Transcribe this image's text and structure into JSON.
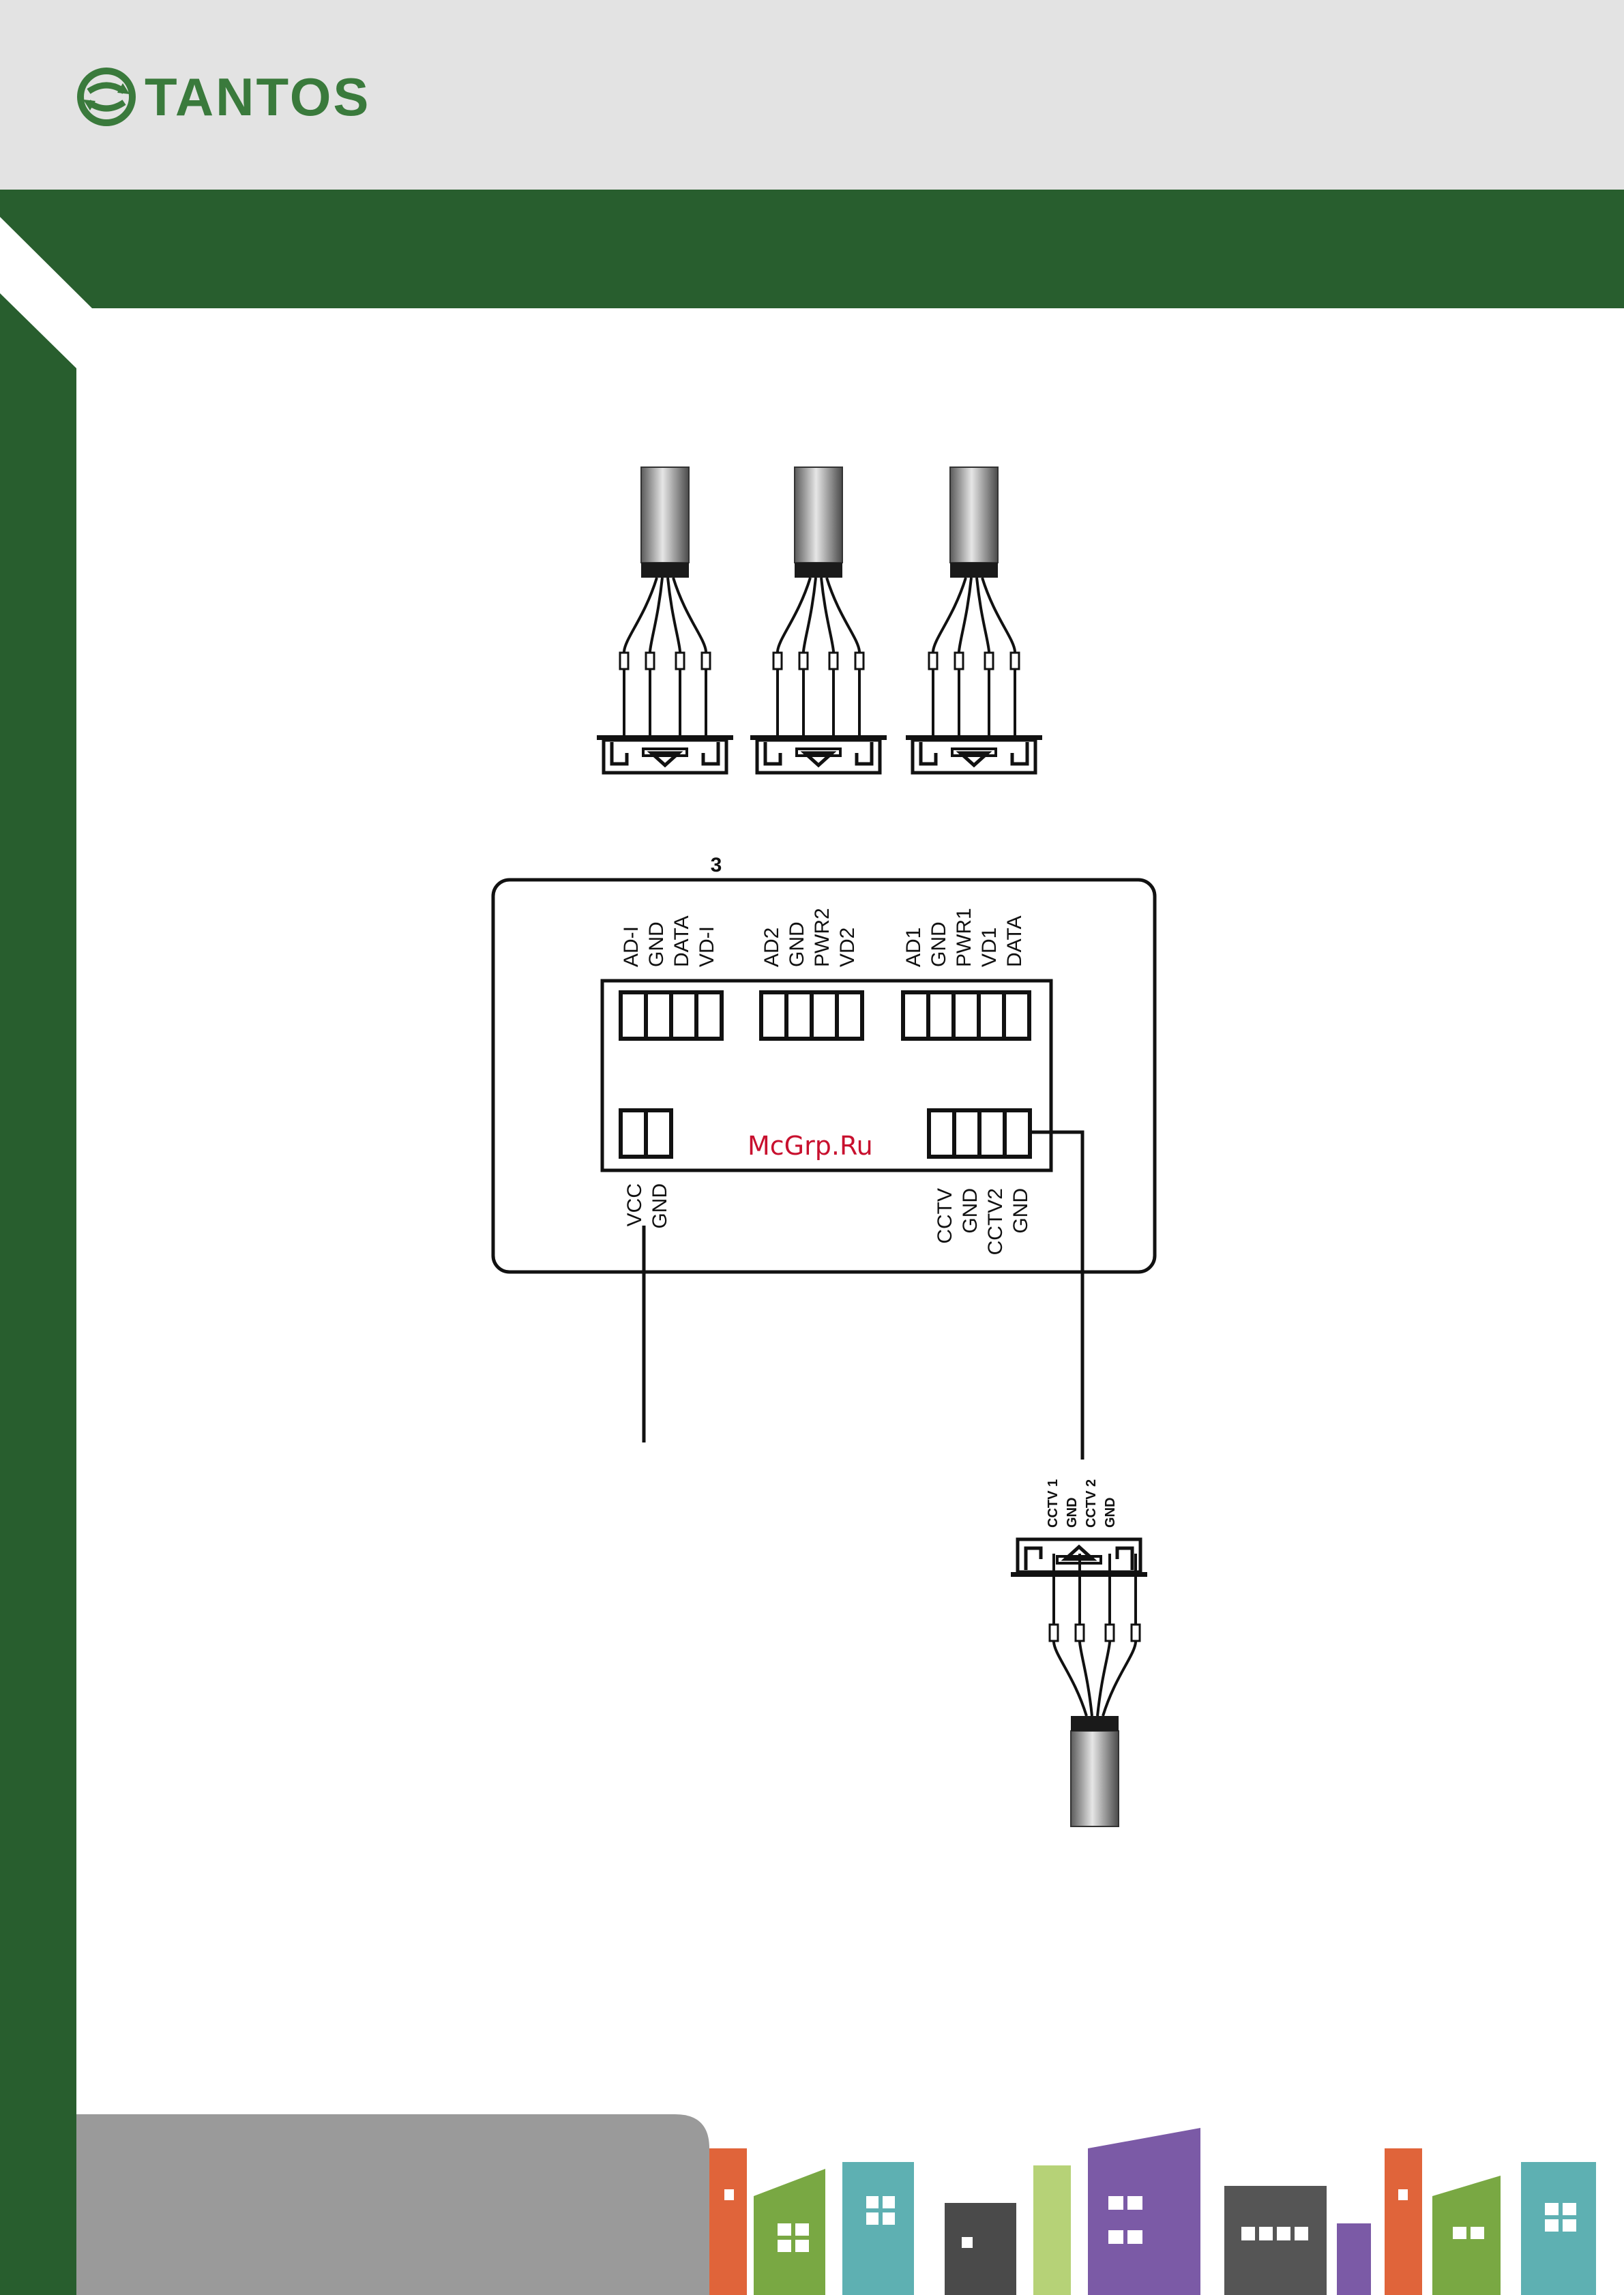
{
  "brand": {
    "name": "TANTOS",
    "color": "#3a7a3c"
  },
  "colors": {
    "frame_green": "#285e2e",
    "header_gray": "#e3e3e3",
    "watermark_red": "#c8102e"
  },
  "icons": {
    "logo": "tantos-logo-icon"
  },
  "diagram": {
    "panel_label": "3",
    "top_groups": [
      {
        "pins": [
          "AD-I",
          "GND",
          "DATA",
          "VD-I"
        ]
      },
      {
        "pins": [
          "AD2",
          "GND",
          "PWR2",
          "VD2"
        ]
      },
      {
        "pins": [
          "AD1",
          "GND",
          "PWR1",
          "VD1",
          "DATA"
        ]
      }
    ],
    "bottom_left": {
      "pins": [
        "VCC",
        "GND"
      ]
    },
    "bottom_right": {
      "pins": [
        "CCTV",
        "GND",
        "CCTV2",
        "GND"
      ]
    },
    "cctv_plug": {
      "pins": [
        "CCTV 1",
        "GND",
        "CCTV 2",
        "GND"
      ]
    }
  },
  "watermark": "McGrp.Ru"
}
